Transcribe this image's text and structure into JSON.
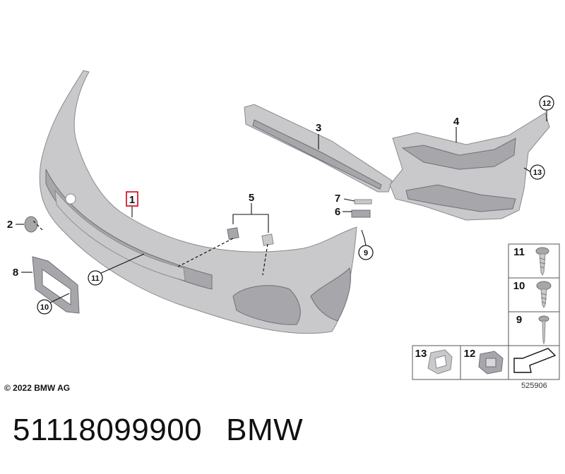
{
  "diagram": {
    "callouts": [
      {
        "id": "1",
        "label": "1",
        "highlighted": true
      },
      {
        "id": "2",
        "label": "2"
      },
      {
        "id": "3",
        "label": "3"
      },
      {
        "id": "4",
        "label": "4"
      },
      {
        "id": "5",
        "label": "5"
      },
      {
        "id": "6",
        "label": "6"
      },
      {
        "id": "7",
        "label": "7"
      },
      {
        "id": "8",
        "label": "8"
      },
      {
        "id": "9",
        "label": "9",
        "circled": true
      },
      {
        "id": "10",
        "label": "10",
        "circled": true
      },
      {
        "id": "11",
        "label": "11",
        "circled": true
      },
      {
        "id": "12",
        "label": "12",
        "circled": true
      },
      {
        "id": "13",
        "label": "13",
        "circled": true
      }
    ],
    "fastener_table": {
      "right_column": [
        "11",
        "10",
        "9"
      ],
      "bottom_row": [
        "13",
        "12"
      ]
    },
    "highlight_color": "#d0021b"
  },
  "footer": {
    "copyright": "© 2022 BMW AG",
    "drawing_number": "525906"
  },
  "part": {
    "number": "51118099900",
    "brand": "BMW"
  }
}
